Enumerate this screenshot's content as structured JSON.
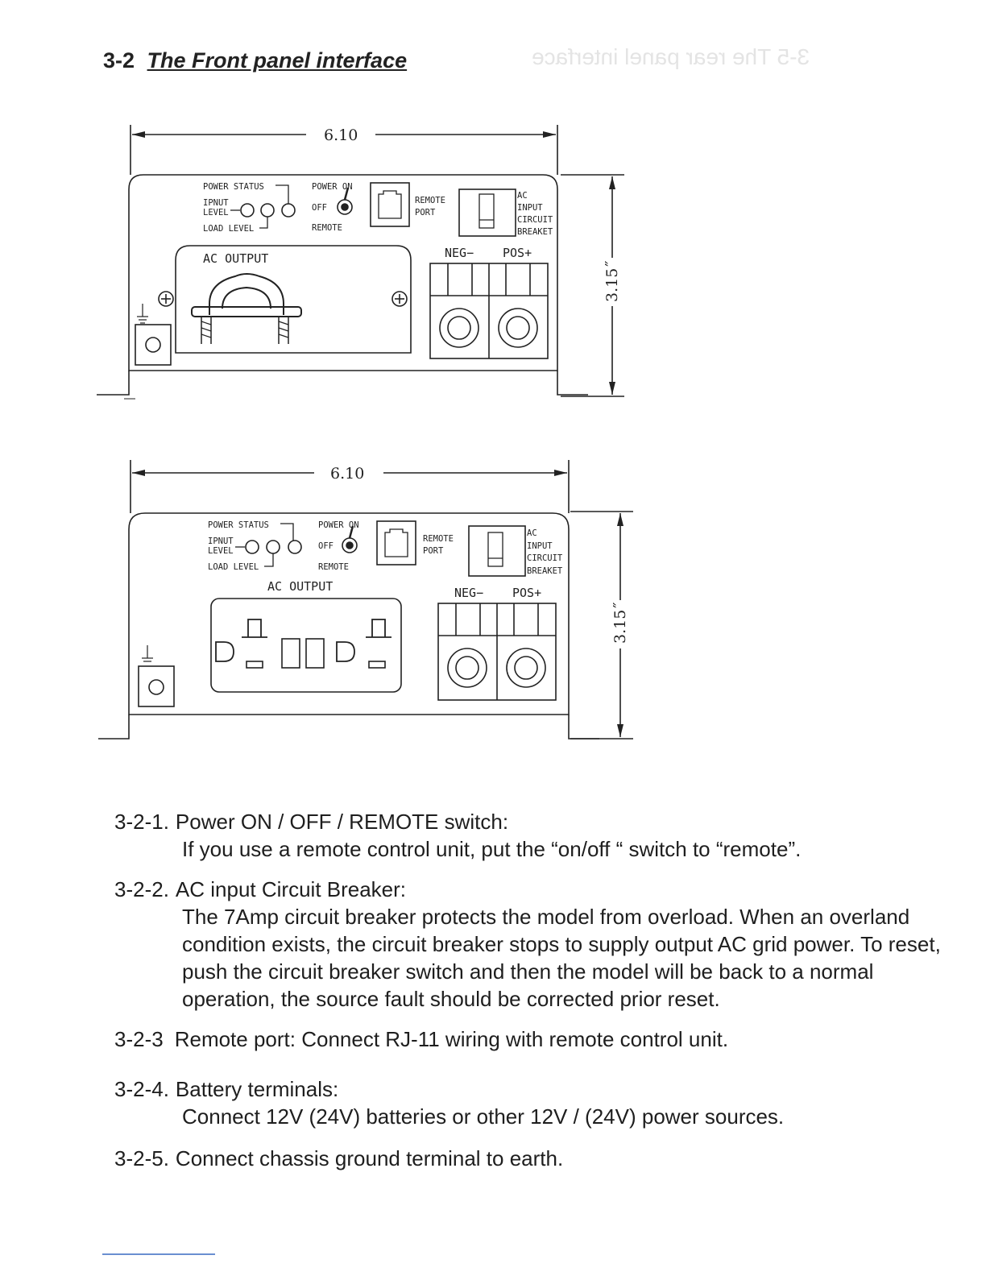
{
  "section": {
    "number": "3-2",
    "title": "The Front panel interface",
    "bleed_through": "3-5 The rear panel interface"
  },
  "diagram_top": {
    "width_dim": "6.10",
    "height_dim": "3.15˝",
    "labels": {
      "power_status": "POWER STATUS",
      "input_level_1": "IPNUT",
      "input_level_2": "LEVEL",
      "load_level": "LOAD LEVEL",
      "power_on": "POWER ON",
      "off": "OFF",
      "remote": "REMOTE",
      "remote_port_1": "REMOTE",
      "remote_port_2": "PORT",
      "breaker_1": "AC",
      "breaker_2": "INPUT",
      "breaker_3": "CIRCUIT",
      "breaker_4": "BREAKET",
      "ac_output": "AC OUTPUT",
      "neg": "NEG−",
      "pos": "POS+"
    }
  },
  "diagram_bottom": {
    "width_dim": "6.10",
    "height_dim": "3.15˝",
    "labels": {
      "power_status": "POWER STATUS",
      "input_level_1": "IPNUT",
      "input_level_2": "LEVEL",
      "load_level": "LOAD LEVEL",
      "power_on": "POWER ON",
      "off": "OFF",
      "remote": "REMOTE",
      "remote_port_1": "REMOTE",
      "remote_port_2": "PORT",
      "breaker_1": "AC",
      "breaker_2": "INPUT",
      "breaker_3": "CIRCUIT",
      "breaker_4": "BREAKET",
      "ac_output": "AC OUTPUT",
      "neg": "NEG−",
      "pos": "POS+"
    }
  },
  "items": [
    {
      "number": "3-2-1.",
      "title": "Power ON / OFF / REMOTE switch:",
      "text": "If you use a remote control unit, put the “on/off “ switch to “remote”."
    },
    {
      "number": "3-2-2.",
      "title": "AC input Circuit Breaker:",
      "text": "The 7Amp circuit breaker protects the model from overload.  When an overland condition exists, the circuit breaker stops to supply output  AC grid power.  To reset, push the circuit breaker switch and then the model will be back to a normal operation, the source fault should be corrected prior reset."
    },
    {
      "number": "3-2-3",
      "title": "Remote port: Connect RJ-11 wiring with remote control unit."
    },
    {
      "number": "3-2-4.",
      "title": "Battery terminals:",
      "text": "Connect 12V (24V) batteries or other 12V / (24V) power sources."
    },
    {
      "number": "3-2-5.",
      "title": "Connect chassis ground terminal to earth."
    }
  ]
}
